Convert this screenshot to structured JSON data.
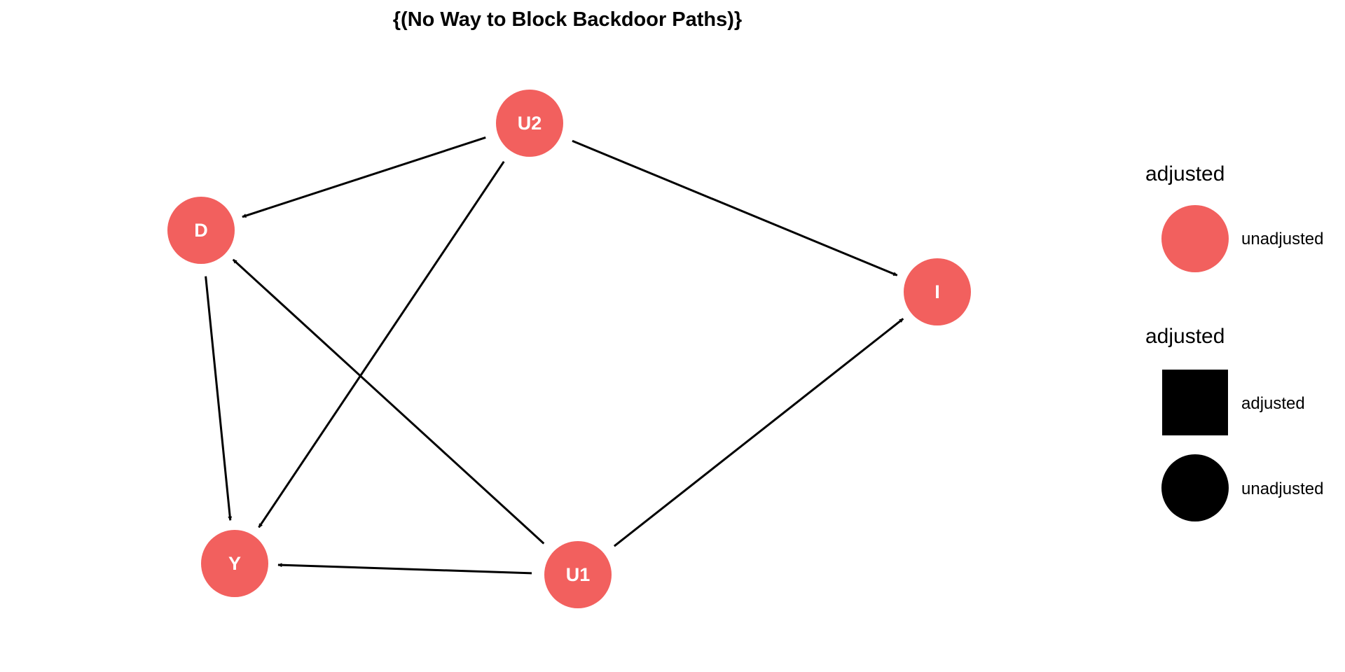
{
  "title": "{(No Way to Block Backdoor Paths)}",
  "colors": {
    "node_unadjusted": "#F2605E",
    "edge": "#000000",
    "node_text": "#FFFFFF",
    "shape_key": "#000000"
  },
  "nodes": [
    {
      "id": "U2",
      "label": "U2",
      "adjusted": "unadjusted"
    },
    {
      "id": "D",
      "label": "D",
      "adjusted": "unadjusted"
    },
    {
      "id": "I",
      "label": "I",
      "adjusted": "unadjusted"
    },
    {
      "id": "Y",
      "label": "Y",
      "adjusted": "unadjusted"
    },
    {
      "id": "U1",
      "label": "U1",
      "adjusted": "unadjusted"
    }
  ],
  "edges": [
    {
      "from": "U2",
      "to": "D"
    },
    {
      "from": "U2",
      "to": "Y"
    },
    {
      "from": "U2",
      "to": "I"
    },
    {
      "from": "D",
      "to": "Y"
    },
    {
      "from": "U1",
      "to": "D"
    },
    {
      "from": "U1",
      "to": "Y"
    },
    {
      "from": "U1",
      "to": "I"
    }
  ],
  "legend": {
    "color_legend": {
      "title": "adjusted",
      "items": [
        {
          "label": "unadjusted"
        }
      ]
    },
    "shape_legend": {
      "title": "adjusted",
      "items": [
        {
          "label": "adjusted",
          "shape": "square"
        },
        {
          "label": "unadjusted",
          "shape": "circle"
        }
      ]
    }
  }
}
